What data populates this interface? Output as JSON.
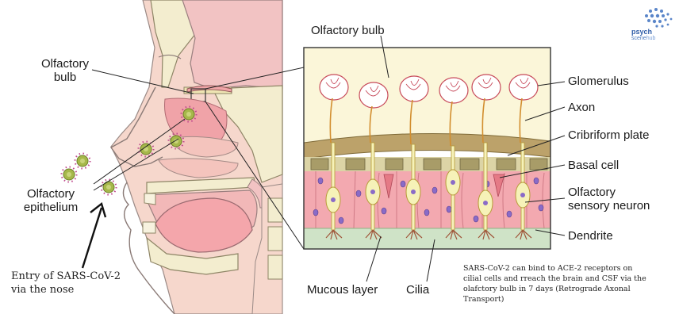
{
  "labels": {
    "olfactory_bulb_left_line1": "Olfactory",
    "olfactory_bulb_left_line2": "bulb",
    "olfactory_epithelium_line1": "Olfactory",
    "olfactory_epithelium_line2": "epithelium",
    "entry_line1": "Entry of SARS-CoV-2",
    "entry_line2": "via the nose",
    "olfactory_bulb_top": "Olfactory bulb",
    "glomerulus": "Glomerulus",
    "axon": "Axon",
    "cribriform_plate": "Cribriform plate",
    "basal_cell": "Basal cell",
    "osn_line1": "Olfactory",
    "osn_line2": "sensory neuron",
    "dendrite": "Dendrite",
    "mucous_layer": "Mucous layer",
    "cilia": "Cilia"
  },
  "note": {
    "line1": "SARS-CoV-2 can bind to ACE-2 receptors on",
    "line2": "cilial cells and rreach the brain and CSF via the",
    "line3": "olafctory bulb in 7 days  (Retrograde Axonal",
    "line4": "Transport)"
  },
  "logo": {
    "line1": "psych",
    "line2": "scene",
    "line3": "hub"
  },
  "colors": {
    "skin": "#f5d3c8",
    "bone": "#f3edcf",
    "mucosa": "#f1a5a9",
    "virus": "#a6b84a",
    "virus_spike": "#c04a8e",
    "plate": "#bca26a",
    "neuron": "#f6f2b8",
    "mucus": "#cfe3c7"
  }
}
